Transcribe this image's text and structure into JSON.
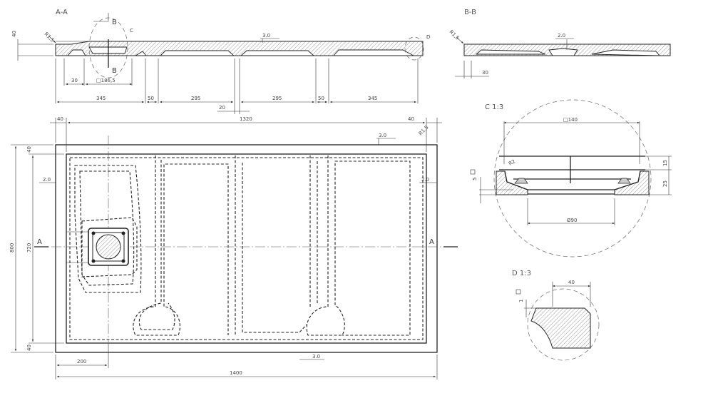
{
  "views": {
    "section_aa": {
      "title": "A-A",
      "cut_label": "B",
      "detail_c": "C",
      "detail_d": "D",
      "radius": "R1,5",
      "slope": "3.0",
      "height": "40",
      "dims": [
        "30",
        "□186,5",
        "345",
        "50",
        "295",
        "20",
        "295",
        "50",
        "345"
      ]
    },
    "section_bb": {
      "title": "B-B",
      "radius": "R1,5",
      "slope": "2.0",
      "dim": "30"
    },
    "detail_c": {
      "title": "C 1:3",
      "width": "□140",
      "radius": "R2",
      "depth_top": "15",
      "depth_bottom": "25",
      "step": "5",
      "diameter": "Ø90"
    },
    "detail_d": {
      "title": "D 1:3",
      "width": "40",
      "step": "1"
    },
    "plan": {
      "section_mark": "A",
      "top": {
        "left_margin": "40",
        "width": "1320",
        "right_margin": "40",
        "slope": "3.0",
        "radius": "R1,5"
      },
      "left": {
        "total": "800",
        "inner": "720",
        "top_margin": "40",
        "bottom_margin": "40",
        "slope": "2.0"
      },
      "right": {
        "slope": "2.0"
      },
      "bottom": {
        "drain_offset": "200",
        "total": "1400",
        "slope": "3.0"
      }
    }
  }
}
